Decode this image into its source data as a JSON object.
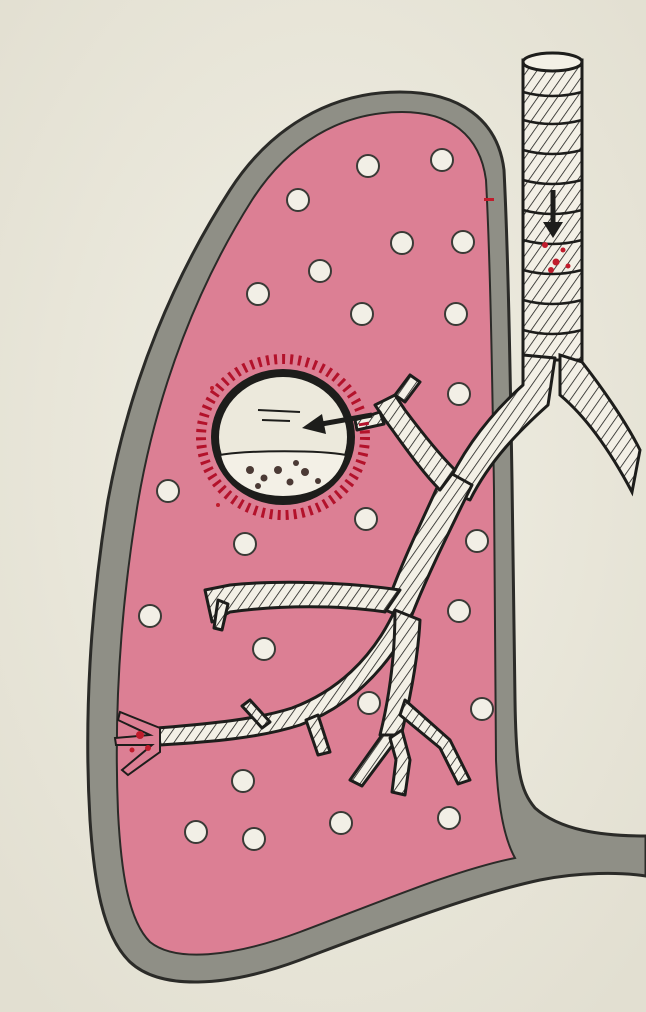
{
  "figure": {
    "colors": {
      "paper": "#ece9dc",
      "pleura": "#8f8f86",
      "pleura_outline": "#2b2b28",
      "lung_tissue": "#dc7f94",
      "alveolus": "#f2efe6",
      "airway_fill": "#f3f0e6",
      "airway_ink": "#1d1d1b",
      "cavity_fill": "#ece9dc",
      "cavity_rim": "#b3122b",
      "red_mark": "#c01c2c"
    },
    "structures": [
      "trachea",
      "main-bronchus",
      "bronchial-tree",
      "lung-lobe",
      "pleural-cavity",
      "alveoli",
      "lung-cavity",
      "arrow"
    ]
  }
}
